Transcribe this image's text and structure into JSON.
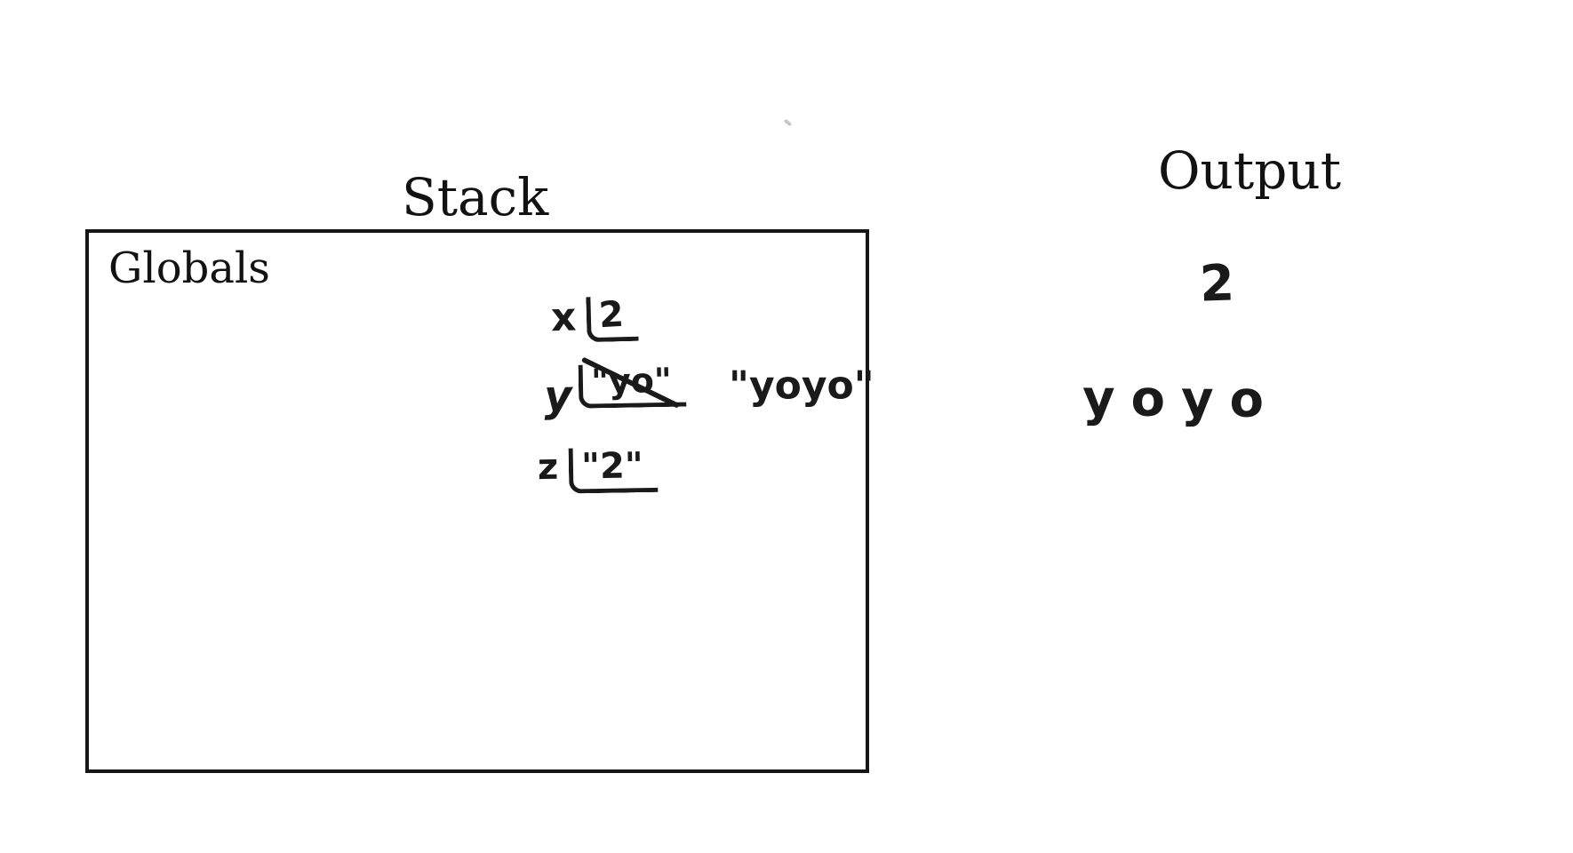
{
  "page": {
    "background": "#ffffff"
  },
  "colors": {
    "ink": "#1a1a1a",
    "printed_text": "#121212",
    "box_border": "#161616",
    "artifact": "#9a9a9a"
  },
  "stack": {
    "title": "Stack",
    "frame_label": "Globals",
    "variables": [
      {
        "name": "x",
        "value": "2",
        "crossed_out_old_value": null
      },
      {
        "name": "y",
        "value": "\"yoyo\"",
        "crossed_out_old_value": "\"yo\""
      },
      {
        "name": "z",
        "value": "\"2\"",
        "crossed_out_old_value": null
      }
    ]
  },
  "output": {
    "title": "Output",
    "lines": [
      "2",
      "yoyo"
    ]
  }
}
